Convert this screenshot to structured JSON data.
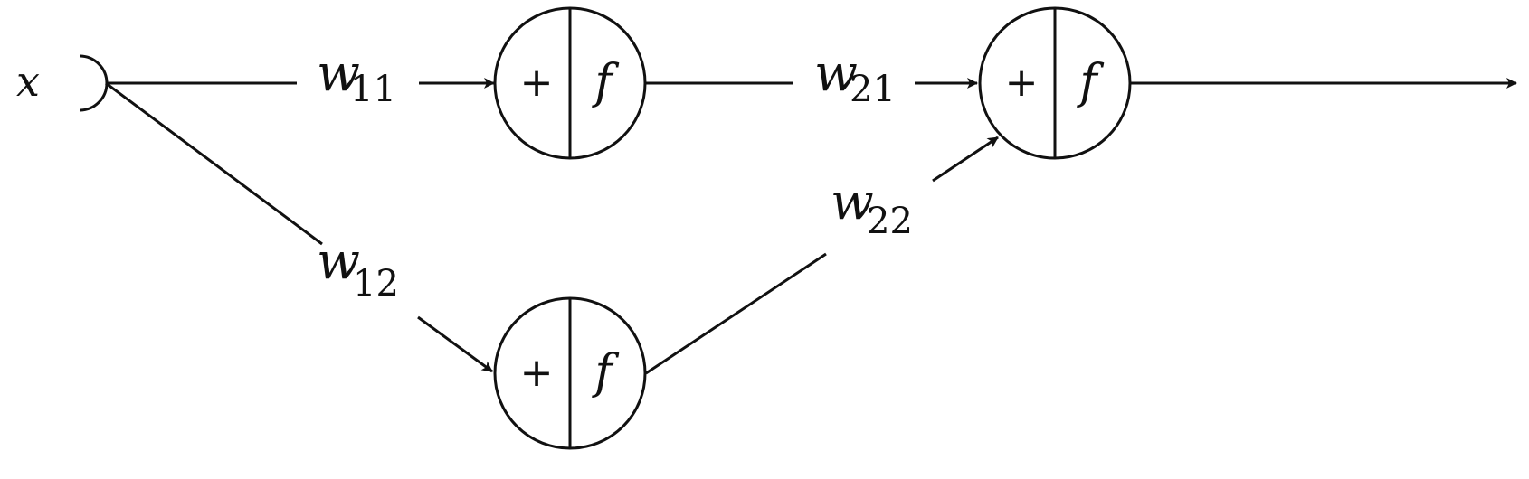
{
  "input": {
    "label": "x"
  },
  "neurons": [
    {
      "id": "n11",
      "sum_symbol": "+",
      "activation_symbol": "f"
    },
    {
      "id": "n12",
      "sum_symbol": "+",
      "activation_symbol": "f"
    },
    {
      "id": "n21",
      "sum_symbol": "+",
      "activation_symbol": "f"
    }
  ],
  "weights": {
    "w11": {
      "base": "w",
      "sub": "11"
    },
    "w12": {
      "base": "w",
      "sub": "12"
    },
    "w21": {
      "base": "w",
      "sub": "21"
    },
    "w22": {
      "base": "w",
      "sub": "22"
    }
  },
  "colors": {
    "stroke": "#111111",
    "background": "#ffffff"
  }
}
